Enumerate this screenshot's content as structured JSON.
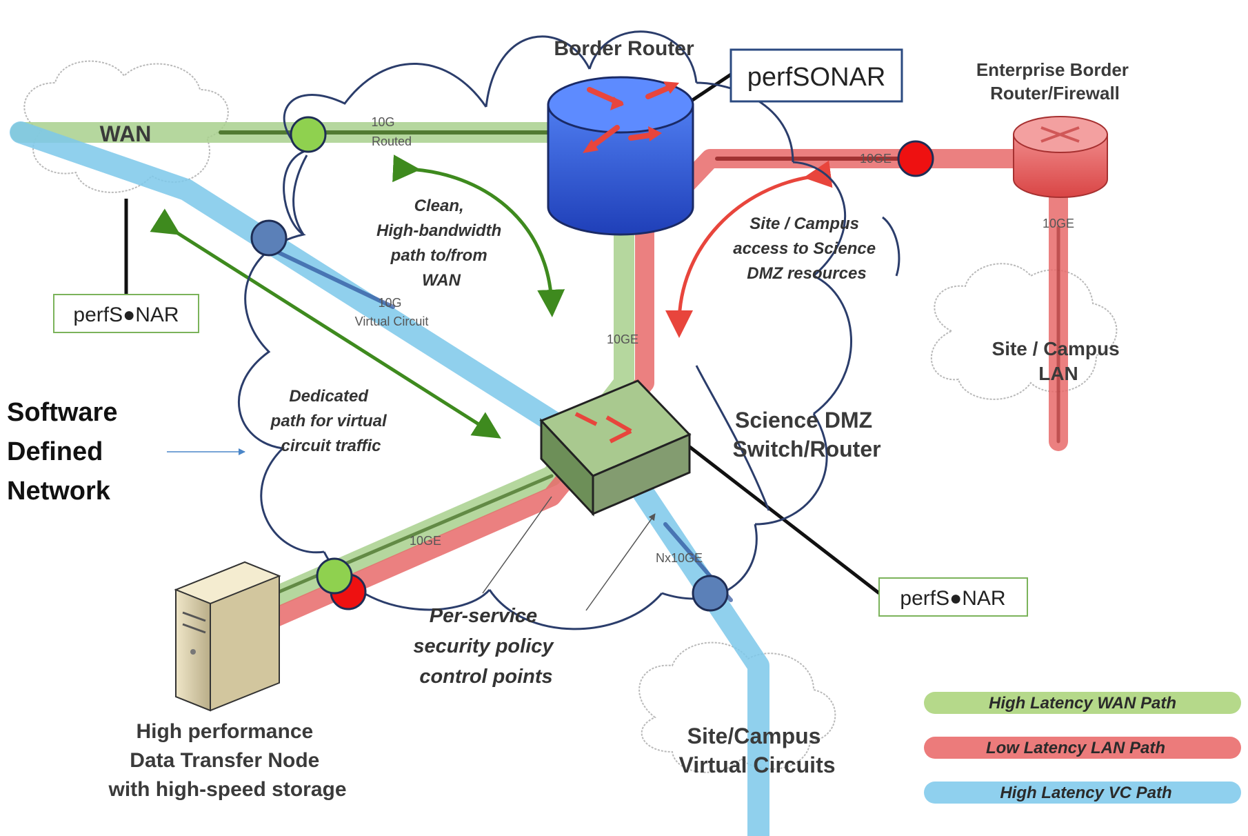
{
  "labels": {
    "wan": "WAN",
    "border_router": "Border Router",
    "enterprise_router": "Enterprise Border\nRouter/Firewall",
    "science_dmz": "Science DMZ\nSwitch/Router",
    "site_campus_lan": "Site / Campus\nLAN",
    "site_campus_vc": "Site/Campus\nVirtual Circuits",
    "dtn": "High performance\nData Transfer Node\nwith high-speed storage",
    "sdn": "Software\nDefined\nNetwork"
  },
  "link_labels": {
    "wan_10g_routed": "10G\nRouted",
    "wan_10g_vc": "10G\nVirtual Circuit",
    "border_to_enterprise": "10GE",
    "enterprise_to_lan": "10GE",
    "border_to_dmz": "10GE",
    "dmz_to_dtn": "10GE",
    "dmz_to_vc": "Nx10GE"
  },
  "annotations": {
    "clean_path": "Clean,\nHigh-bandwidth\npath to/from\nWAN",
    "campus_access": "Site / Campus\naccess to Science\nDMZ resources",
    "dedicated_path": "Dedicated\npath for virtual\ncircuit traffic",
    "security": "Per-service\nsecurity policy\ncontrol points"
  },
  "perfsonar": {
    "border": "perfSONAR",
    "wan": "perfS●NAR",
    "dmz": "perfS●NAR"
  },
  "legend": [
    {
      "label": "High Latency WAN Path",
      "color": "#b5d98a"
    },
    {
      "label": "Low Latency LAN Path",
      "color": "#ec7b7b"
    },
    {
      "label": "High Latency VC Path",
      "color": "#8fd0ee"
    }
  ],
  "colors": {
    "wan_path": "#a8d08d",
    "lan_path": "#e86a6a",
    "vc_path": "#7dc8ea",
    "green_arrow": "#3e8a1e",
    "red_arrow": "#e8453c",
    "sdn_cloud_outline": "#2b3d6b",
    "green_dot": "#8fd14f",
    "red_dot": "#ee1111",
    "blue_dot": "#5b80b8"
  }
}
